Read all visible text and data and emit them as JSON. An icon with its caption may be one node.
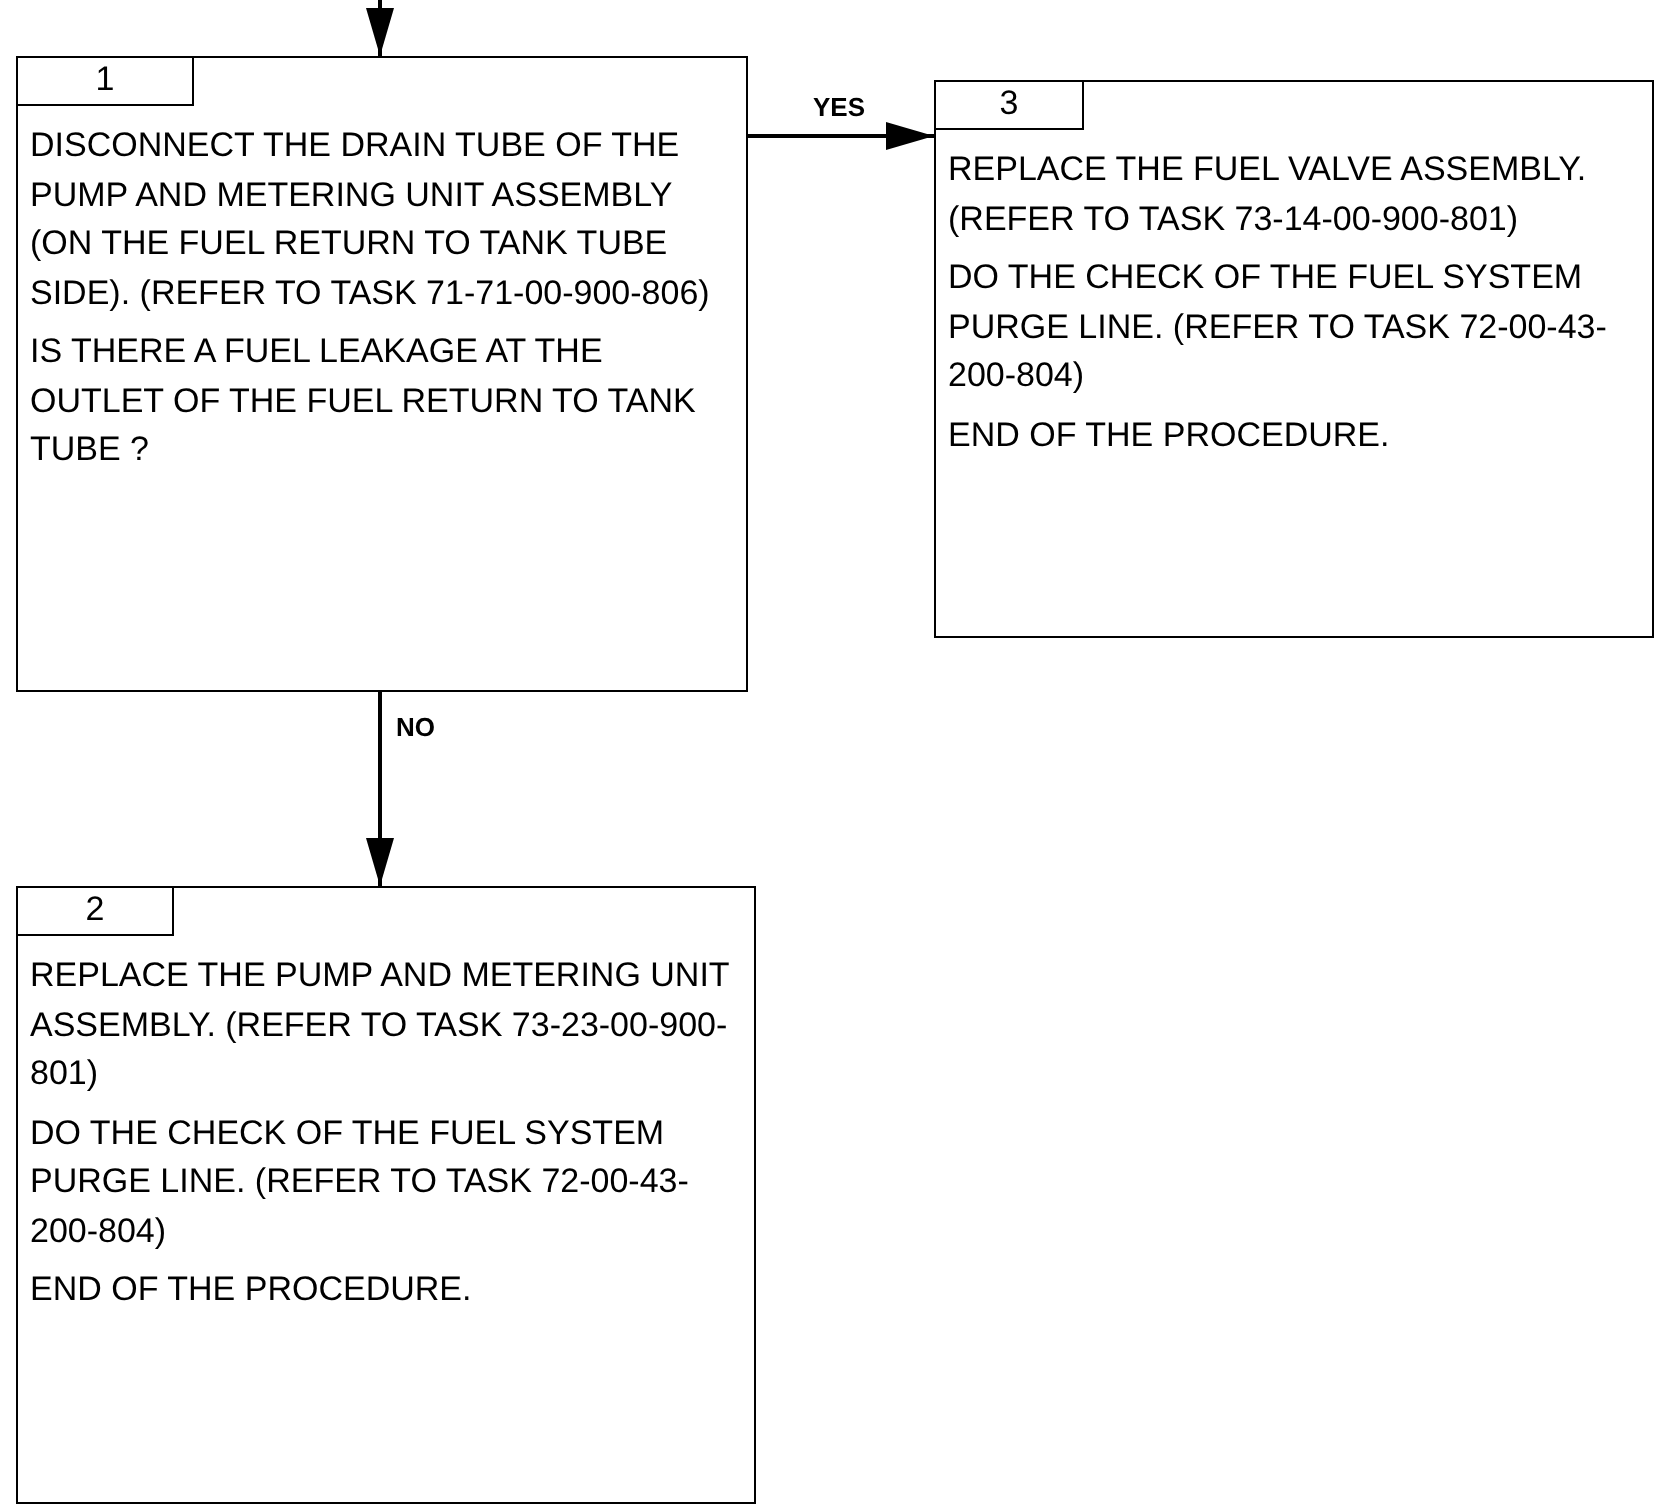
{
  "diagram": {
    "nodes": [
      {
        "text": [
          "1",
          "DISCONNECT THE DRAIN TUBE OF THE PUMP AND METERING UNIT ASSEMBLY (ON THE FUEL RETURN TO TANK TUBE SIDE). (REFER TO TASK  71-71-00-900-806)",
          "IS THERE A FUEL LEAKAGE AT THE OUTLET OF THE FUEL RETURN TO TANK TUBE ?"
        ]
      },
      {
        "text": [
          "3",
          "REPLACE THE FUEL VALVE ASSEMBLY. (REFER TO TASK 73-14-00-900-801)",
          "DO THE CHECK OF THE FUEL SYSTEM PURGE LINE. (REFER TO TASK 72-00-43-200-804)",
          "END OF THE PROCEDURE."
        ]
      },
      {
        "text": [
          "2",
          "REPLACE THE PUMP AND METERING UNIT ASSEMBLY. (REFER TO TASK 73-23-00-900-801)",
          "DO THE CHECK OF THE FUEL SYSTEM PURGE LINE. (REFER TO TASK 72-00-43-200-804)",
          "END OF THE PROCEDURE."
        ]
      }
    ],
    "edges": [
      {
        "from": null,
        "to": 0,
        "arrow": "to"
      },
      {
        "from": 0,
        "to": 1,
        "arrow": "to",
        "label": "YES"
      },
      {
        "from": 0,
        "to": 2,
        "arrow": "to",
        "label": "NO"
      }
    ]
  }
}
